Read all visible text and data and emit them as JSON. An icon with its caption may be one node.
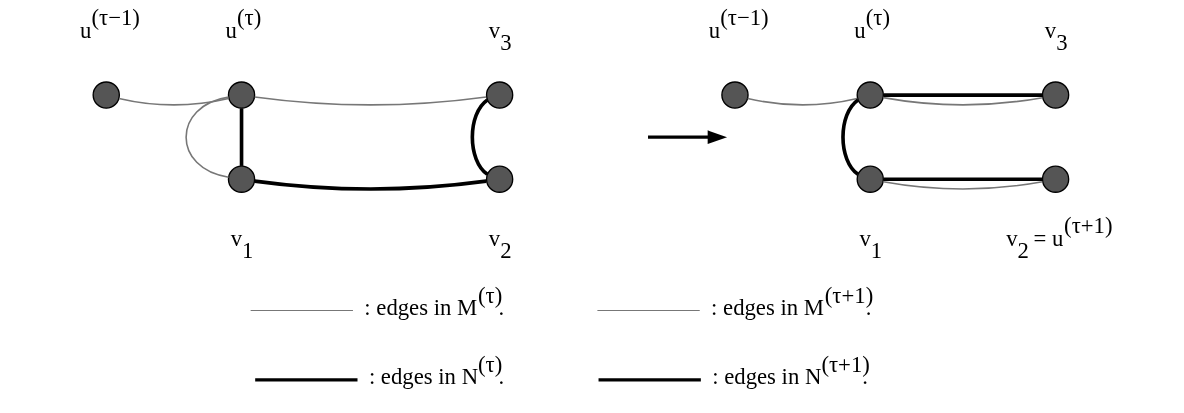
{
  "diagram": {
    "nodes": [
      {
        "text": [],
        "shape": "circle",
        "beside": [
          "u$^{(τ−1)}$"
        ]
      },
      {
        "text": [],
        "shape": "circle",
        "beside": [
          "u$^{(τ)}$"
        ]
      },
      {
        "text": [],
        "shape": "circle",
        "beside": [
          "v$_{3}$"
        ]
      },
      {
        "text": [],
        "shape": "circle",
        "beside": [
          "v$_{1}$"
        ]
      },
      {
        "text": [],
        "shape": "circle",
        "beside": [
          "v$_{2}$"
        ]
      },
      {
        "text": [],
        "shape": "circle",
        "beside": [
          "u$^{(τ−1)}$"
        ]
      },
      {
        "text": [],
        "shape": "circle",
        "beside": [
          "u$^{(τ)}$"
        ]
      },
      {
        "text": [],
        "shape": "circle",
        "beside": [
          "v$_{3}$"
        ]
      },
      {
        "text": [],
        "shape": "circle",
        "beside": [
          "v$_{1}$"
        ]
      },
      {
        "text": [],
        "shape": "circle",
        "beside": [
          "v$_{2}$ = u$^{(τ+1)}$"
        ]
      }
    ],
    "edges": [
      {
        "from": 0,
        "to": 1,
        "arrow": "none",
        "color": "#777777"
      },
      {
        "from": 1,
        "to": 2,
        "arrow": "none",
        "color": "#777777"
      },
      {
        "from": 1,
        "to": 3,
        "arrow": "none",
        "color": "#777777"
      },
      {
        "from": 1,
        "to": 3,
        "arrow": "none",
        "style": "thick",
        "color": "#000000"
      },
      {
        "from": 2,
        "to": 4,
        "arrow": "none",
        "style": "thick",
        "color": "#000000"
      },
      {
        "from": 3,
        "to": 4,
        "arrow": "none",
        "style": "thick",
        "color": "#000000"
      },
      {
        "from": 5,
        "to": 6,
        "arrow": "none",
        "color": "#777777"
      },
      {
        "from": 6,
        "to": 7,
        "arrow": "none",
        "color": "#777777"
      },
      {
        "from": 6,
        "to": 7,
        "arrow": "none",
        "style": "thick",
        "color": "#000000"
      },
      {
        "from": 6,
        "to": 8,
        "arrow": "none",
        "style": "thick",
        "color": "#000000"
      },
      {
        "from": 8,
        "to": 9,
        "arrow": "none",
        "color": "#777777"
      },
      {
        "from": 8,
        "to": 9,
        "arrow": "none",
        "style": "thick",
        "color": "#000000"
      }
    ],
    "legend": [
      {
        "text": ": edges in M$^{(τ)}$."
      },
      {
        "text": ": edges in M$^{(τ+1)}$."
      },
      {
        "text": ": edges in N$^{(τ)}$."
      },
      {
        "text": ": edges in N$^{(τ+1)}$."
      }
    ]
  }
}
